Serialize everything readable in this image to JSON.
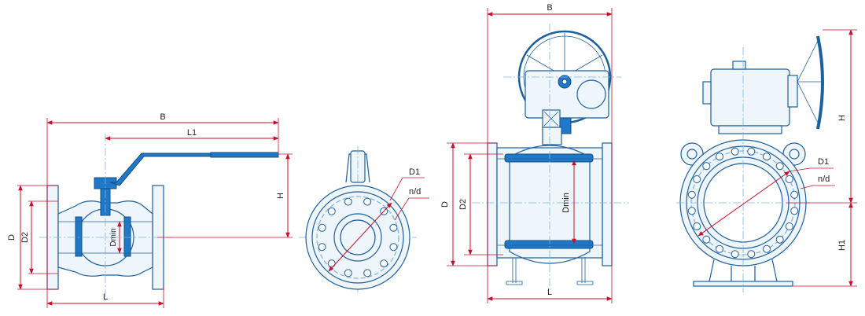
{
  "labels": {
    "v1_B": "B",
    "v1_L1": "L1",
    "v1_H": "H",
    "v1_D": "D",
    "v1_D2": "D2",
    "v1_Dmin": "Dmin",
    "v1_L": "L",
    "v2_D1": "D1",
    "v2_nd": "n/d",
    "v3_B": "B",
    "v3_D": "D",
    "v3_D2": "D2",
    "v3_Dmin": "Dmin",
    "v3_L": "L",
    "v4_D1": "D1",
    "v4_nd": "n/d",
    "v4_H": "H",
    "v4_H1": "H1"
  },
  "colors": {
    "dimension": "#c8102e",
    "outline": "#1c5f9e",
    "centerline": "#7fb4dc",
    "handle": "#1f78c8"
  }
}
